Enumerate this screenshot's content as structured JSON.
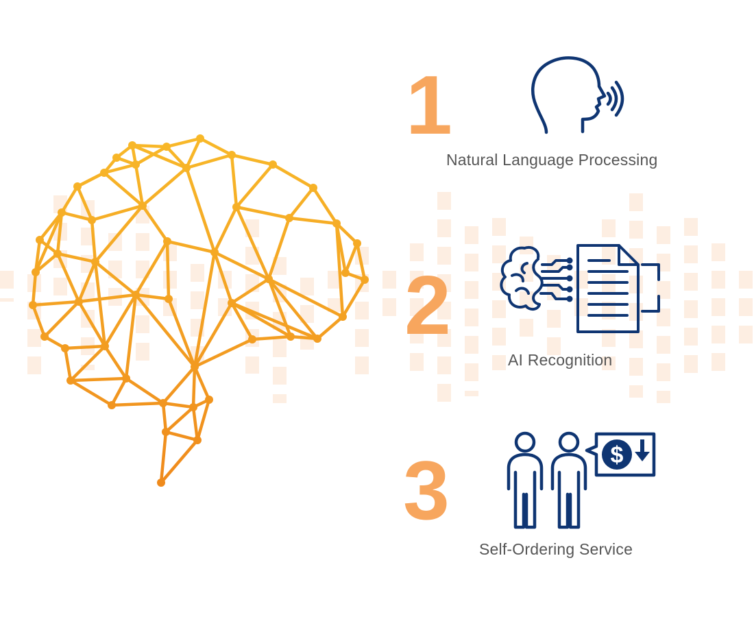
{
  "colors": {
    "number_orange": "#F7A65E",
    "icon_navy": "#0F3572",
    "label_gray": "#555555",
    "brain_top": "#F8B929",
    "brain_bottom": "#EF8A1C",
    "bars_light": "#FDEEE2"
  },
  "brain": {
    "icon": "brain-network-icon"
  },
  "features": [
    {
      "number": "1",
      "label": "Natural Language Processing",
      "icon": "speaking-head-icon"
    },
    {
      "number": "2",
      "label": "AI Recognition",
      "icon": "ai-document-scan-icon"
    },
    {
      "number": "3",
      "label": "Self-Ordering Service",
      "icon": "customers-payment-icon"
    }
  ]
}
